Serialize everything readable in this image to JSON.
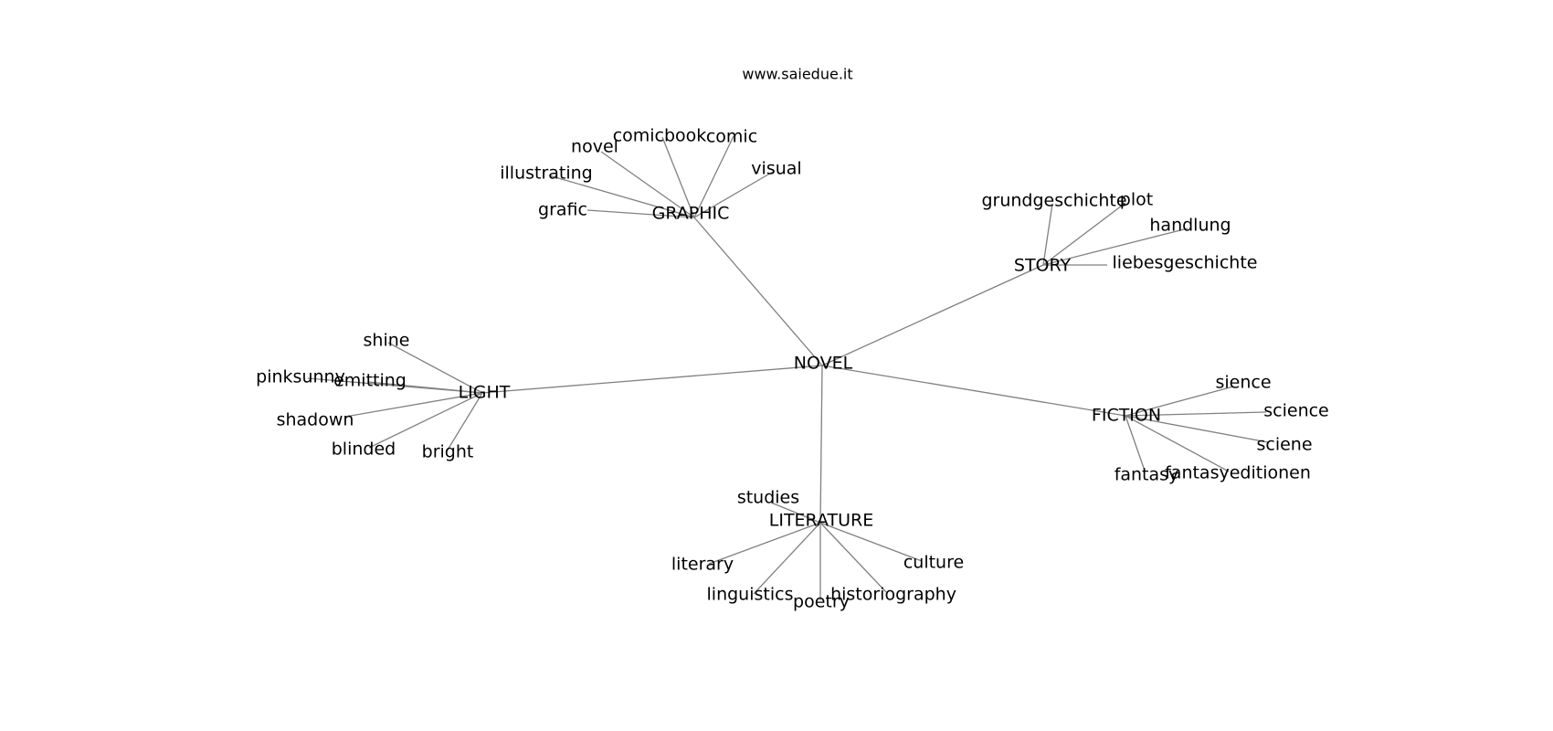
{
  "header": {
    "site": "www.saiedue.it"
  },
  "graph": {
    "root": "NOVEL",
    "branches": [
      {
        "hub": "GRAPHIC",
        "leaves": [
          "comicbook",
          "comic",
          "novel",
          "visual",
          "illustrating",
          "grafic"
        ]
      },
      {
        "hub": "STORY",
        "leaves": [
          "grundgeschichte",
          "plot",
          "handlung",
          "liebesgeschichte"
        ]
      },
      {
        "hub": "LIGHT",
        "leaves": [
          "shine",
          "pinksunny",
          "emitting",
          "shadown",
          "blinded",
          "bright"
        ]
      },
      {
        "hub": "FICTION",
        "leaves": [
          "sience",
          "science",
          "sciene",
          "fantasy",
          "fantasyeditionen"
        ]
      },
      {
        "hub": "LITERATURE",
        "leaves": [
          "studies",
          "literary",
          "culture",
          "linguistics",
          "poetry",
          "historiography"
        ]
      }
    ]
  }
}
